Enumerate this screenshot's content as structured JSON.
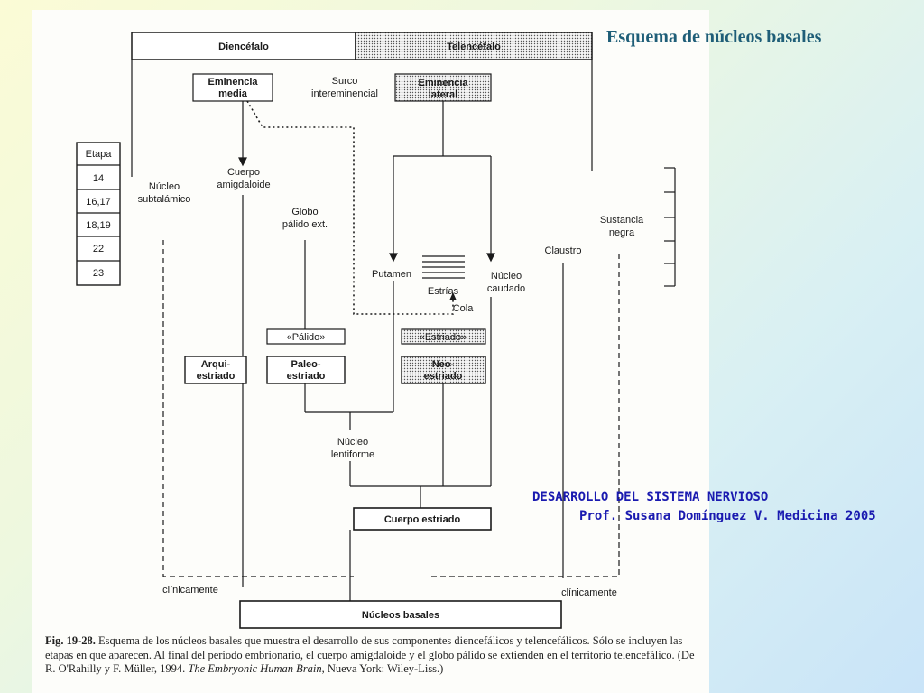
{
  "slide": {
    "title": "Esquema de núcleos basales",
    "credit_line1": "DESARROLLO DEL SISTEMA  NERVIOSO",
    "credit_line2": "Prof. Susana Domínguez V. Medicina 2005"
  },
  "diagram": {
    "header_diencefalo": "Diencéfalo",
    "header_telencefalo": "Telencéfalo",
    "eminencia_media": [
      "Eminencia",
      "media"
    ],
    "surco": [
      "Surco",
      "intereminencial"
    ],
    "eminencia_lateral": [
      "Eminencia",
      "lateral"
    ],
    "etapa_header": "Etapa",
    "etapas": [
      "14",
      "16,17",
      "18,19",
      "22",
      "23"
    ],
    "nucleo_subtalamico": [
      "Núcleo",
      "subtalámico"
    ],
    "cuerpo_amigdaloide": [
      "Cuerpo",
      "amigdaloide"
    ],
    "globo_palido": [
      "Globo",
      "pálido ext."
    ],
    "sustancia_negra": [
      "Sustancia",
      "negra"
    ],
    "claustro": "Claustro",
    "putamen": "Putamen",
    "estrias": "Estrías",
    "cola": "Cola",
    "nucleo_caudado": [
      "Núcleo",
      "caudado"
    ],
    "palido_tag": "«Pálido»",
    "estriado_tag": "«Estriado»",
    "arquiestriado": [
      "Arqui-",
      "estriado"
    ],
    "paleoestriado": [
      "Paleo-",
      "estriado"
    ],
    "neoestriado": [
      "Neo-",
      "estriado"
    ],
    "nucleo_lentiforme": [
      "Núcleo",
      "lentiforme"
    ],
    "cuerpo_estriado": "Cuerpo estriado",
    "clinicamente_left": "clínicamente",
    "clinicamente_right": "clínicamente",
    "nucleos_basales": "Núcleos basales"
  },
  "caption": {
    "fig_label": "Fig. 19-28.",
    "text_part1": "Esquema de los núcleos basales que muestra el desarrollo de sus componentes diencefálicos y telencefálicos. Sólo se incluyen las etapas en que aparecen. Al final del período embrionario, el cuerpo amigdaloide y el globo pálido se extienden en el territorio telencefálico. (De R. O'Rahilly y F. Müller, 1994. ",
    "book_title": "The Embryonic Human Brain",
    "text_part2": ", Nueva York: Wiley-Liss.)"
  }
}
